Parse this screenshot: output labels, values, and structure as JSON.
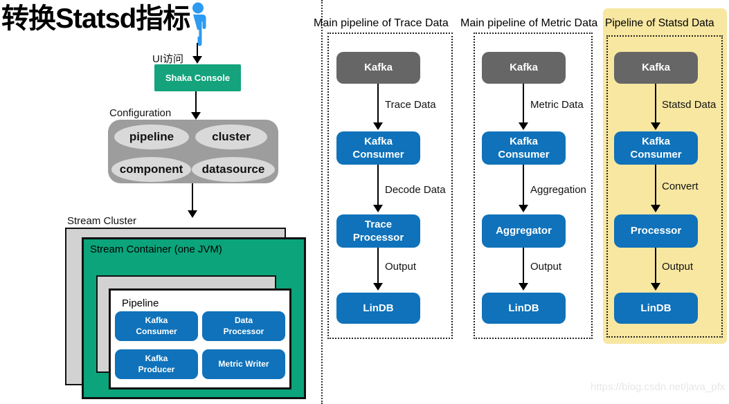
{
  "left": {
    "title": "转换Statsd指标",
    "person_icon": "person-icon",
    "ui_access_label": "UI访问",
    "console_label": "Shaka Console",
    "configuration": {
      "label": "Configuration",
      "items": [
        "pipeline",
        "cluster",
        "component",
        "datasource"
      ]
    },
    "stream_cluster": {
      "label": "Stream Cluster",
      "container_label": "Stream Container (one JVM)",
      "pipeline_label": "Pipeline",
      "components": [
        "Kafka Consumer",
        "Data Processor",
        "Kafka Producer",
        "Metric Writer"
      ]
    }
  },
  "pipelines": [
    {
      "title": "Main pipeline of Trace Data",
      "highlighted": false,
      "nodes": [
        "Kafka",
        "Kafka Consumer",
        "Trace Processor",
        "LinDB"
      ],
      "edges": [
        "Trace Data",
        "Decode Data",
        "Output"
      ]
    },
    {
      "title": "Main pipeline of Metric Data",
      "highlighted": false,
      "nodes": [
        "Kafka",
        "Kafka Consumer",
        "Aggregator",
        "LinDB"
      ],
      "edges": [
        "Metric Data",
        "Aggregation",
        "Output"
      ]
    },
    {
      "title": "Pipeline of Statsd Data",
      "highlighted": true,
      "nodes": [
        "Kafka",
        "Kafka Consumer",
        "Processor",
        "LinDB"
      ],
      "edges": [
        "Statsd Data",
        "Convert",
        "Output"
      ]
    }
  ],
  "watermark": "https://blog.csdn.net/java_pfx",
  "colors": {
    "accent_green": "#14a37c",
    "container_green": "#0ba47b",
    "node_blue": "#0f72ba",
    "kafka_gray": "#666666",
    "highlight_yellow": "#f7e7a1",
    "person_blue": "#2e9bf0"
  }
}
